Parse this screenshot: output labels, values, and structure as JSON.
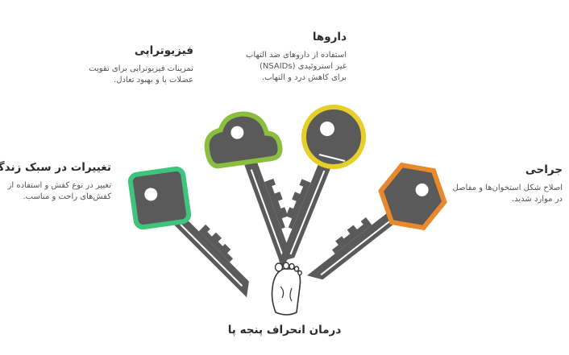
{
  "main_title": "درمان انحراف پنجه پا",
  "keys": [
    {
      "id": "physiotherapy",
      "title": "فیزیوتراپی",
      "lines": [
        "تمرینات فیزیوتراپی برای تقویت",
        "عضلات پا و بهبود تعادل."
      ],
      "color": "#8bbd3e",
      "icon": "cloud-key-head-icon"
    },
    {
      "id": "medication",
      "title": "داروها",
      "lines": [
        "استفاده از داروهای ضد التهاب",
        "غیر استروئیدی (NSAIDs)",
        "برای کاهش درد و التهاب."
      ],
      "color": "#e6cf28",
      "icon": "round-key-head-icon"
    },
    {
      "id": "lifestyle",
      "title": "تغییرات در سبک زندگی",
      "lines": [
        "تغییر در نوع کفش و استفاده از",
        "کفش‌های راحت و مناسب."
      ],
      "color": "#3fc47b",
      "icon": "square-key-head-icon"
    },
    {
      "id": "surgery",
      "title": "جراحی",
      "lines": [
        "اصلاح شکل استخوان‌ها و مفاصل",
        "در موارد شدید."
      ],
      "color": "#e8892b",
      "icon": "hexagon-key-head-icon"
    }
  ],
  "colors": {
    "key_body": "#5a5a5a",
    "key_highlight": "#ffffff",
    "foot_outline": "#333333"
  },
  "center_icon": "foot-icon"
}
